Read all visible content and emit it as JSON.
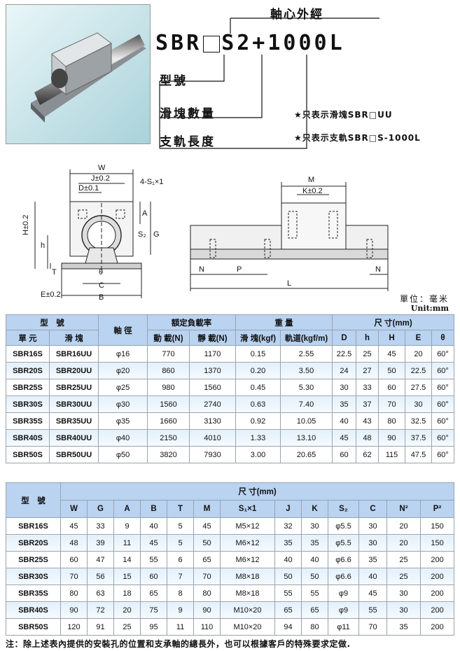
{
  "header": {
    "code_title": "軸心外經",
    "code_part1": "SBR",
    "code_part2": "S2+1000L",
    "label_model": "型號",
    "label_block_qty": "滑塊數量",
    "label_rail_len": "支軌長度",
    "note1": "★只表示滑塊SBR□UU",
    "note2": "★只表示支軌SBR□S-1000L"
  },
  "drawing": {
    "W": "W",
    "J": "J±0.2",
    "D": "D±0.1",
    "S1": "4-S₁×1",
    "A": "A",
    "S2": "S₂",
    "G": "G",
    "H": "H±0.2",
    "h": "h",
    "T": "T",
    "theta": "θ",
    "C": "C",
    "B": "B",
    "E": "E±0.2",
    "M": "M",
    "K": "K±0.2",
    "N": "N",
    "P": "P",
    "L": "L"
  },
  "unit_label": "單位：毫米",
  "unit_label_en": "Unit:mm",
  "table1": {
    "h_model": "型　號",
    "h_shaft": "軸 徑",
    "h_load": "額定負載率",
    "h_weight": "重 量",
    "h_dim": "尺 寸(mm)",
    "h_unit": "單 元",
    "h_block": "滑 塊",
    "h_dyn": "動 載(N)",
    "h_static": "靜 載(N)",
    "h_wblock": "滑 塊(kgf)",
    "h_wrail": "軌道(kgf/m)",
    "h_D": "D",
    "h_h": "h",
    "h_H": "H",
    "h_E": "E",
    "h_theta": "θ",
    "rows": [
      [
        "SBR16S",
        "SBR16UU",
        "φ16",
        "770",
        "1170",
        "0.15",
        "2.55",
        "22.5",
        "25",
        "45",
        "20",
        "60°"
      ],
      [
        "SBR20S",
        "SBR20UU",
        "φ20",
        "860",
        "1370",
        "0.20",
        "3.50",
        "24",
        "27",
        "50",
        "22.5",
        "60°"
      ],
      [
        "SBR25S",
        "SBR25UU",
        "φ25",
        "980",
        "1560",
        "0.45",
        "5.30",
        "30",
        "33",
        "60",
        "27.5",
        "60°"
      ],
      [
        "SBR30S",
        "SBR30UU",
        "φ30",
        "1560",
        "2740",
        "0.63",
        "7.40",
        "35",
        "37",
        "70",
        "30",
        "60°"
      ],
      [
        "SBR35S",
        "SBR35UU",
        "φ35",
        "1660",
        "3130",
        "0.92",
        "10.05",
        "40",
        "43",
        "80",
        "32.5",
        "60°"
      ],
      [
        "SBR40S",
        "SBR40UU",
        "φ40",
        "2150",
        "4010",
        "1.33",
        "13.10",
        "45",
        "48",
        "90",
        "37.5",
        "60°"
      ],
      [
        "SBR50S",
        "SBR50UU",
        "φ50",
        "3820",
        "7930",
        "3.00",
        "20.65",
        "60",
        "62",
        "115",
        "47.5",
        "60°"
      ]
    ]
  },
  "table2": {
    "h_model": "型　號",
    "h_dim": "尺 寸(mm)",
    "cols": [
      "W",
      "G",
      "A",
      "B",
      "T",
      "M",
      "S₁×1",
      "J",
      "K",
      "S₂",
      "C",
      "N²",
      "P²"
    ],
    "rows": [
      [
        "SBR16S",
        "45",
        "33",
        "9",
        "40",
        "5",
        "45",
        "M5×12",
        "32",
        "30",
        "φ5.5",
        "30",
        "20",
        "150"
      ],
      [
        "SBR20S",
        "48",
        "39",
        "11",
        "45",
        "5",
        "50",
        "M6×12",
        "35",
        "35",
        "φ5.5",
        "30",
        "20",
        "150"
      ],
      [
        "SBR25S",
        "60",
        "47",
        "14",
        "55",
        "6",
        "65",
        "M6×12",
        "40",
        "40",
        "φ6.6",
        "35",
        "25",
        "200"
      ],
      [
        "SBR30S",
        "70",
        "56",
        "15",
        "60",
        "7",
        "70",
        "M8×18",
        "50",
        "50",
        "φ6.6",
        "40",
        "25",
        "200"
      ],
      [
        "SBR35S",
        "80",
        "63",
        "18",
        "65",
        "8",
        "80",
        "M8×18",
        "55",
        "55",
        "φ9",
        "45",
        "30",
        "200"
      ],
      [
        "SBR40S",
        "90",
        "72",
        "20",
        "75",
        "9",
        "90",
        "M10×20",
        "65",
        "65",
        "φ9",
        "55",
        "30",
        "200"
      ],
      [
        "SBR50S",
        "120",
        "91",
        "25",
        "95",
        "11",
        "110",
        "M10×20",
        "94",
        "80",
        "φ11",
        "70",
        "35",
        "200"
      ]
    ]
  },
  "footnote": "注：除上述表內提供的安裝孔的位置和支承軸的總長外，也可以根據客戶的特殊要求定做."
}
